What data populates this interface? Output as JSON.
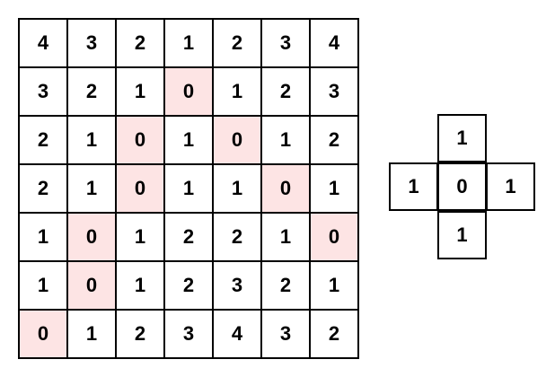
{
  "main_grid": {
    "rows": [
      [
        "4",
        "3",
        "2",
        "1",
        "2",
        "3",
        "4"
      ],
      [
        "3",
        "2",
        "1",
        "0",
        "1",
        "2",
        "3"
      ],
      [
        "2",
        "1",
        "0",
        "1",
        "0",
        "1",
        "2"
      ],
      [
        "2",
        "1",
        "0",
        "1",
        "1",
        "0",
        "1"
      ],
      [
        "1",
        "0",
        "1",
        "2",
        "2",
        "1",
        "0"
      ],
      [
        "1",
        "0",
        "1",
        "2",
        "3",
        "2",
        "1"
      ],
      [
        "0",
        "1",
        "2",
        "3",
        "4",
        "3",
        "2"
      ]
    ],
    "highlight_value": "0",
    "highlight_color": "#fde4e4",
    "border_color": "#000000"
  },
  "kernel": {
    "top": "1",
    "left": "1",
    "center": "0",
    "right": "1",
    "bottom": "1"
  }
}
